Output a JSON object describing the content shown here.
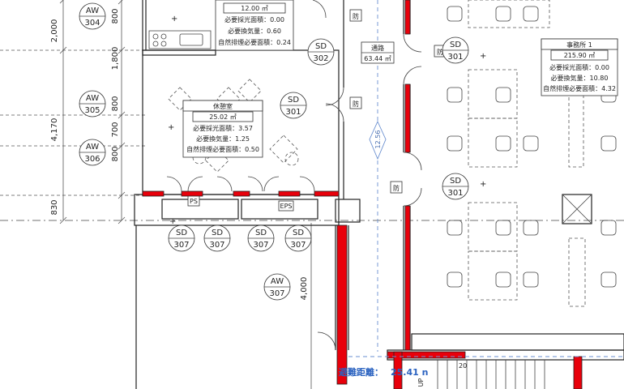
{
  "dimensions": {
    "d1": "2,000",
    "d2": "1,800",
    "d3": "4,170",
    "d4": "800",
    "d5": "700",
    "d6": "800",
    "d7": "830",
    "d8": "800",
    "d9": "4,000"
  },
  "door_tags": {
    "aw304": {
      "top": "AW",
      "bottom": "304"
    },
    "aw305": {
      "top": "AW",
      "bottom": "305"
    },
    "aw306": {
      "top": "AW",
      "bottom": "306"
    },
    "aw307": {
      "top": "AW",
      "bottom": "307"
    },
    "sd302": {
      "top": "SD",
      "bottom": "302"
    },
    "sd301a": {
      "top": "SD",
      "bottom": "301"
    },
    "sd301b": {
      "top": "SD",
      "bottom": "301"
    },
    "sd301c": {
      "top": "SD",
      "bottom": "301"
    },
    "sd307": {
      "top": "SD",
      "bottom": "307"
    }
  },
  "rooms": {
    "top_room": {
      "area": "12.00 ㎡",
      "line1": "必要採光面積：0.00",
      "line2": "必要換気量：0.60",
      "line3": "自然排煙必要面積：0.24"
    },
    "lounge": {
      "name": "休憩室",
      "area": "25.02 ㎡",
      "line1": "必要採光面積：3.57",
      "line2": "必要換気量：1.25",
      "line3": "自然排煙必要面積：0.50"
    },
    "corridor": {
      "name": "通路",
      "area": "63.44 ㎡"
    },
    "office": {
      "name": "事務所 1",
      "area": "215.90 ㎡",
      "line1": "必要採光面積：0.00",
      "line2": "必要換気量：10.80",
      "line3": "自然排煙必要面積：4.32"
    }
  },
  "labels": {
    "fire": "防",
    "ps": "PS",
    "eps": "EPS",
    "corridor_length": "12.56",
    "evac_label": "避難距離：",
    "evac_value": "25.41 n",
    "stair_up": "UP",
    "stair_20": "20"
  }
}
